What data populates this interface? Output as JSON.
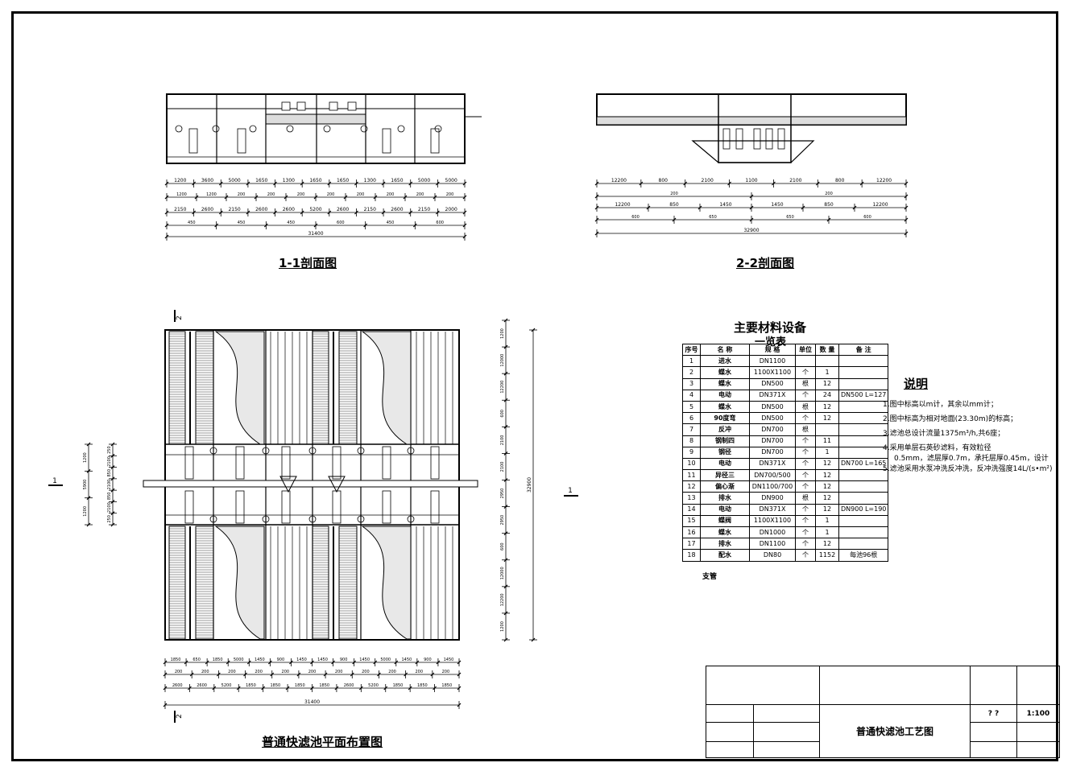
{
  "drawing": {
    "title": "普通快滤池工艺图",
    "scale": "1:100",
    "sheet_marks": "?  ?"
  },
  "views": {
    "section_11": "1-1剖面图",
    "section_22": "2-2剖面图",
    "plan": "普通快滤池平面布置图"
  },
  "dims": {
    "s11_row1": [
      "1200",
      "3600",
      "5000",
      "1650",
      "1300",
      "1650",
      "1650",
      "1300",
      "1650",
      "5000",
      "5000"
    ],
    "s11_row1b": [
      "1200",
      "1200",
      "200",
      "200",
      "200",
      "200",
      "200",
      "200",
      "200",
      "200"
    ],
    "s11_row2": [
      "2150",
      "2600",
      "2150",
      "2600",
      "2600",
      "5200",
      "2600",
      "2150",
      "2600",
      "2150",
      "2000"
    ],
    "s11_row3": [
      "450",
      "450",
      "450",
      "600",
      "450",
      "600"
    ],
    "s11_total": "31400",
    "s22_row1": [
      "12200",
      "800",
      "2100",
      "1100",
      "2100",
      "800",
      "12200"
    ],
    "s22_row1b": [
      "200",
      "200"
    ],
    "s22_row2": [
      "12200",
      "850",
      "1450",
      "1450",
      "850",
      "12200"
    ],
    "s22_row3": [
      "600",
      "650",
      "650",
      "600"
    ],
    "s22_total": "32900",
    "plan_bottom1": [
      "1850",
      "650",
      "1850",
      "5000",
      "1450",
      "900",
      "1450",
      "1450",
      "900",
      "1450",
      "5000",
      "1450",
      "900",
      "1450"
    ],
    "plan_bottom1b": [
      "200",
      "200",
      "200",
      "200",
      "200",
      "200",
      "200",
      "200",
      "200",
      "200",
      "200"
    ],
    "plan_bottom2": [
      "2600",
      "2600",
      "5200",
      "1850",
      "1850",
      "1850",
      "1850",
      "2600",
      "5200",
      "1850",
      "1850",
      "1850"
    ],
    "plan_total": "31400",
    "plan_right": [
      "1200",
      "12000",
      "12200",
      "600",
      "2100",
      "2100",
      "2950",
      "2950",
      "600",
      "12000",
      "12200",
      "1200"
    ],
    "plan_right_total": "32900",
    "plan_left": [
      "1200",
      "5900",
      "1200",
      "250",
      "2100",
      "850",
      "2100",
      "850",
      "2100",
      "250"
    ],
    "cut_marks": [
      "1",
      "1",
      "2",
      "2"
    ]
  },
  "materials": {
    "title_line1": "主要材料设备",
    "title_line2": "一览表",
    "headers": [
      "序号",
      "名    称",
      "规 格",
      "单位",
      "数 量",
      "备 注"
    ],
    "rows": [
      [
        "1",
        "进水",
        "DN1100",
        "",
        "",
        ""
      ],
      [
        "2",
        "蝶水",
        "1100X1100",
        "个",
        "1",
        ""
      ],
      [
        "3",
        "蝶水",
        "DN500",
        "根",
        "12",
        ""
      ],
      [
        "4",
        "电动",
        "DN371X",
        "个",
        "24",
        "DN500 L=127"
      ],
      [
        "5",
        "蝶水",
        "DN500",
        "根",
        "12",
        ""
      ],
      [
        "6",
        "90度弯",
        "DN500",
        "个",
        "12",
        ""
      ],
      [
        "7",
        "反冲",
        "DN700",
        "根",
        "",
        ""
      ],
      [
        "8",
        "钢制四",
        "DN700",
        "个",
        "11",
        ""
      ],
      [
        "9",
        "钢径",
        "DN700",
        "个",
        "1",
        ""
      ],
      [
        "10",
        "电动",
        "DN371X",
        "个",
        "12",
        "DN700 L=165"
      ],
      [
        "11",
        "异径三",
        "DN700/500",
        "个",
        "12",
        ""
      ],
      [
        "12",
        "偏心渐",
        "DN1100/700",
        "个",
        "12",
        ""
      ],
      [
        "13",
        "排水",
        "DN900",
        "根",
        "12",
        ""
      ],
      [
        "14",
        "电动",
        "DN371X",
        "个",
        "12",
        "DN900 L=190"
      ],
      [
        "15",
        "蝶阀",
        "1100X1100",
        "个",
        "1",
        ""
      ],
      [
        "16",
        "蝶水",
        "DN1000",
        "个",
        "1",
        ""
      ],
      [
        "17",
        "排水",
        "DN1100",
        "个",
        "12",
        ""
      ],
      [
        "18",
        "配水",
        "DN80",
        "个",
        "1152",
        "每池96根"
      ]
    ],
    "trailer": "支管"
  },
  "notes": {
    "heading": "说明",
    "items": [
      "1.图中标高以m计，其余以mm计；",
      "2.图中标高为相对地面(23.30m)的标高；",
      "3.滤池总设计流量1375m³/h,共6座；",
      "4.采用单层石英砂滤料，有效粒径",
      "0.5mm，滤层厚0.7m，承托层厚0.45m，设计",
      "5.滤池采用水泵冲洗反冲洗，反冲洗强度14L/(s•m²)"
    ]
  }
}
